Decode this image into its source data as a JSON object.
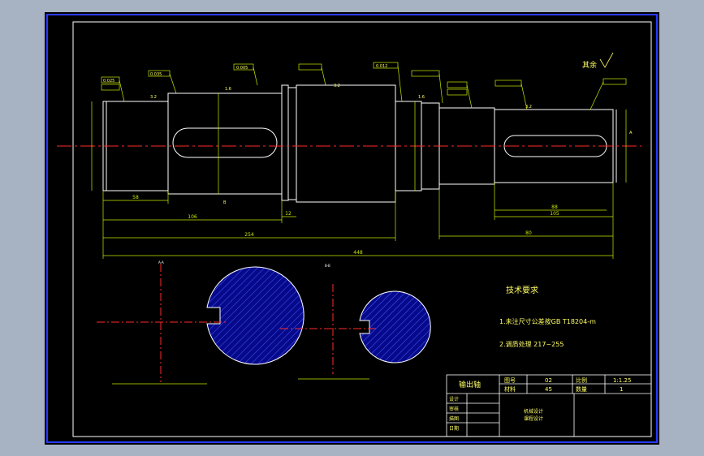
{
  "drawing": {
    "title_block": {
      "part_name": "输出轴",
      "labels": [
        "图号",
        "材料",
        "比例",
        "数量"
      ],
      "values": [
        "02",
        "45",
        "1:1.25",
        "1"
      ],
      "sign_labels": [
        "设计",
        "审核",
        "描图",
        "日期"
      ],
      "center_lines": [
        "机械设计",
        "课程设计"
      ]
    },
    "tech_requirements": {
      "title": "技术要求",
      "items": [
        "1.未注尺寸公差按GB T18204-m",
        "2.调质处理 217~255"
      ]
    },
    "roughness_note": "其余",
    "dims": {
      "d58": "58",
      "d106": "106",
      "d254": "254",
      "d448": "448",
      "d88": "88",
      "d105": "105",
      "d12": "12",
      "d80": "80"
    },
    "section_labels": {
      "left": "A-A",
      "right": "B-B"
    },
    "detail": {
      "datum_a": "A",
      "datum_b": "B",
      "r32": "3.2",
      "r16": "1.6",
      "tol_1": "0.025",
      "tol_2": "0.035",
      "tol_3": "0.005",
      "tol_4": "0.012"
    }
  },
  "colors": {
    "background": "#000000",
    "outline": "#ffffff",
    "dimension": "#c8e800",
    "centerline": "#ff2a2a",
    "annotation": "#ffff66",
    "hatch": "#4a58ff",
    "section_fill": "#060a8a",
    "border": "#2a3aff"
  }
}
